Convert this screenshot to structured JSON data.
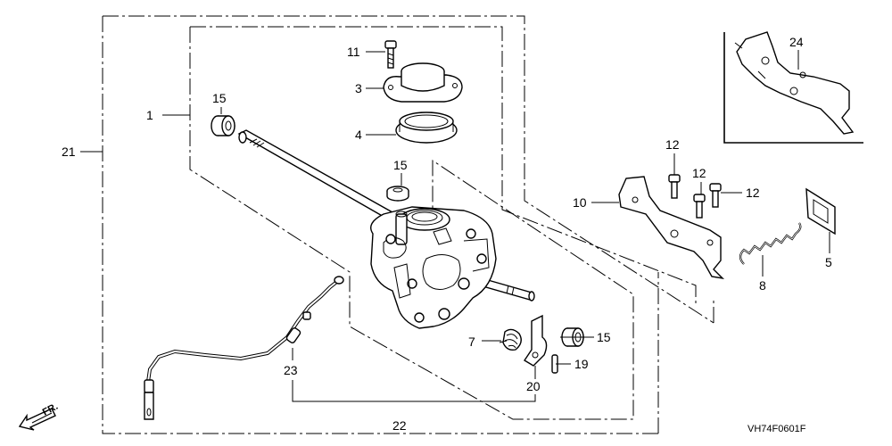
{
  "diagram": {
    "callouts": {
      "p1": "1",
      "p3": "3",
      "p4": "4",
      "p5": "5",
      "p7": "7",
      "p8": "8",
      "p10": "10",
      "p11": "11",
      "p12a": "12",
      "p12b": "12",
      "p12c": "12",
      "p15a": "15",
      "p15b": "15",
      "p15c": "15",
      "p19": "19",
      "p20": "20",
      "p21": "21",
      "p22": "22",
      "p23": "23",
      "p24": "24"
    },
    "front_marker": "FR.",
    "drawing_code": "VH74F0601F"
  }
}
